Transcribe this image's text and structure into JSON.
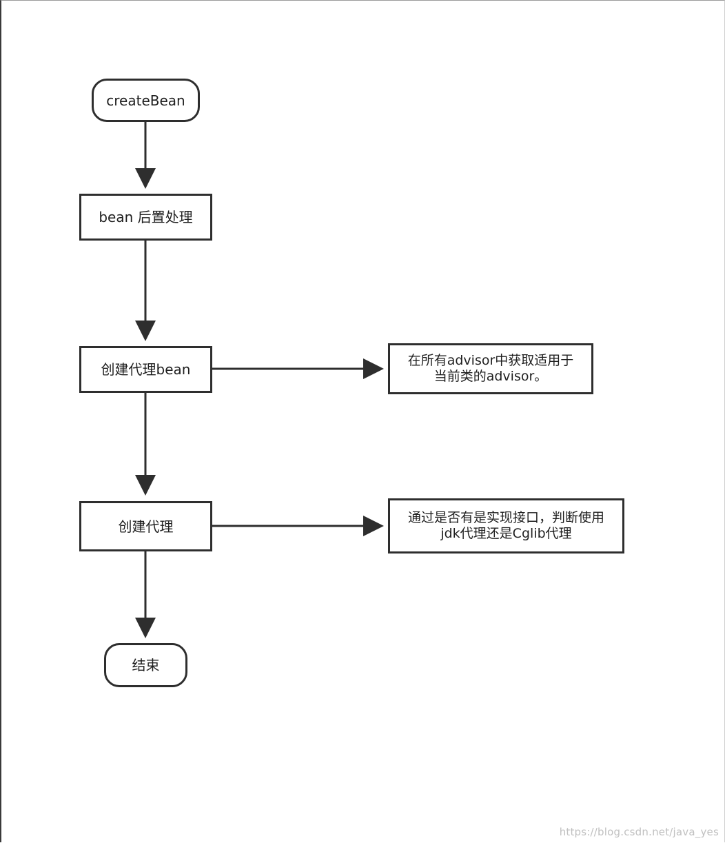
{
  "nodes": {
    "start": "createBean",
    "post_process": "bean 后置处理",
    "create_proxy_bean": "创建代理bean",
    "create_proxy": "创建代理",
    "end": "结束",
    "advisor_note_line1": "在所有advisor中获取适用于",
    "advisor_note_line2": "当前类的advisor。",
    "proxy_note_line1": "通过是否有是实现接口，判断使用",
    "proxy_note_line2": "jdk代理还是Cglib代理"
  },
  "watermark": "https://blog.csdn.net/java_yes",
  "colors": {
    "stroke": "#2e2e2e",
    "background": "#ffffff",
    "watermark": "#c0c0c0"
  }
}
